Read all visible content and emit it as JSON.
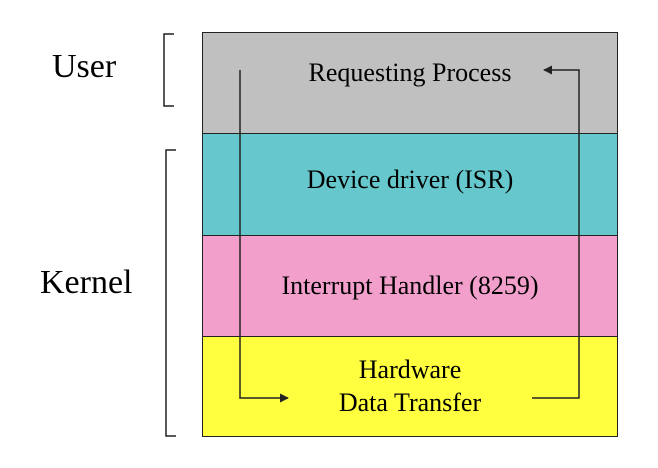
{
  "groups": {
    "user": "User",
    "kernel": "Kernel"
  },
  "layers": {
    "requesting_process": {
      "label": "Requesting Process",
      "color": "#c0c0c0"
    },
    "device_driver": {
      "label": "Device driver (ISR)",
      "color": "#66c8cc"
    },
    "interrupt_handler": {
      "label": "Interrupt Handler (8259)",
      "color": "#f29fcc"
    },
    "hardware": {
      "line1": "Hardware",
      "line2": "Data Transfer",
      "color": "#ffff3f"
    }
  },
  "colors": {
    "stroke": "#222222",
    "text": "#000000"
  }
}
